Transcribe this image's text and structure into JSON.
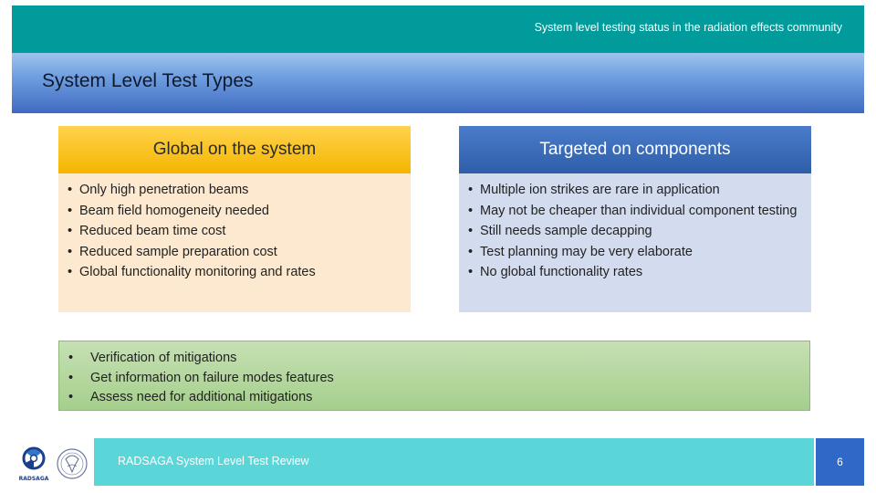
{
  "header": {
    "subtitle": "System level testing status in the radiation effects community"
  },
  "slide": {
    "title": "System Level Test Types"
  },
  "left_column": {
    "heading": "Global on the system",
    "bullets": [
      "Only high penetration beams",
      "Beam field homogeneity needed",
      "Reduced beam time cost",
      "Reduced sample preparation cost",
      "Global functionality monitoring and rates"
    ]
  },
  "right_column": {
    "heading": "Targeted on components",
    "bullets": [
      "Multiple ion strikes are rare in application",
      "May not be cheaper than individual component testing",
      "Still needs sample decapping",
      "Test planning may be very elaborate",
      "No global functionality rates"
    ]
  },
  "common": {
    "bullets": [
      "Verification of mitigations",
      "Get information on failure modes features",
      "Assess need for additional mitigations"
    ]
  },
  "footer": {
    "text": "RADSAGA System Level Test Review",
    "page_number": "6"
  },
  "logos": {
    "radsaga_label": "RADSAGA"
  },
  "colors": {
    "header": "#009b9a",
    "title_band": "#3e6bc0",
    "left_heading": "#f4b600",
    "left_body": "#fde9cf",
    "right_heading": "#2e5ea8",
    "right_body": "#d3dbef",
    "common_box": "#a5cf8c",
    "footer": "#5ad6d8",
    "page_box": "#2f68c7"
  }
}
